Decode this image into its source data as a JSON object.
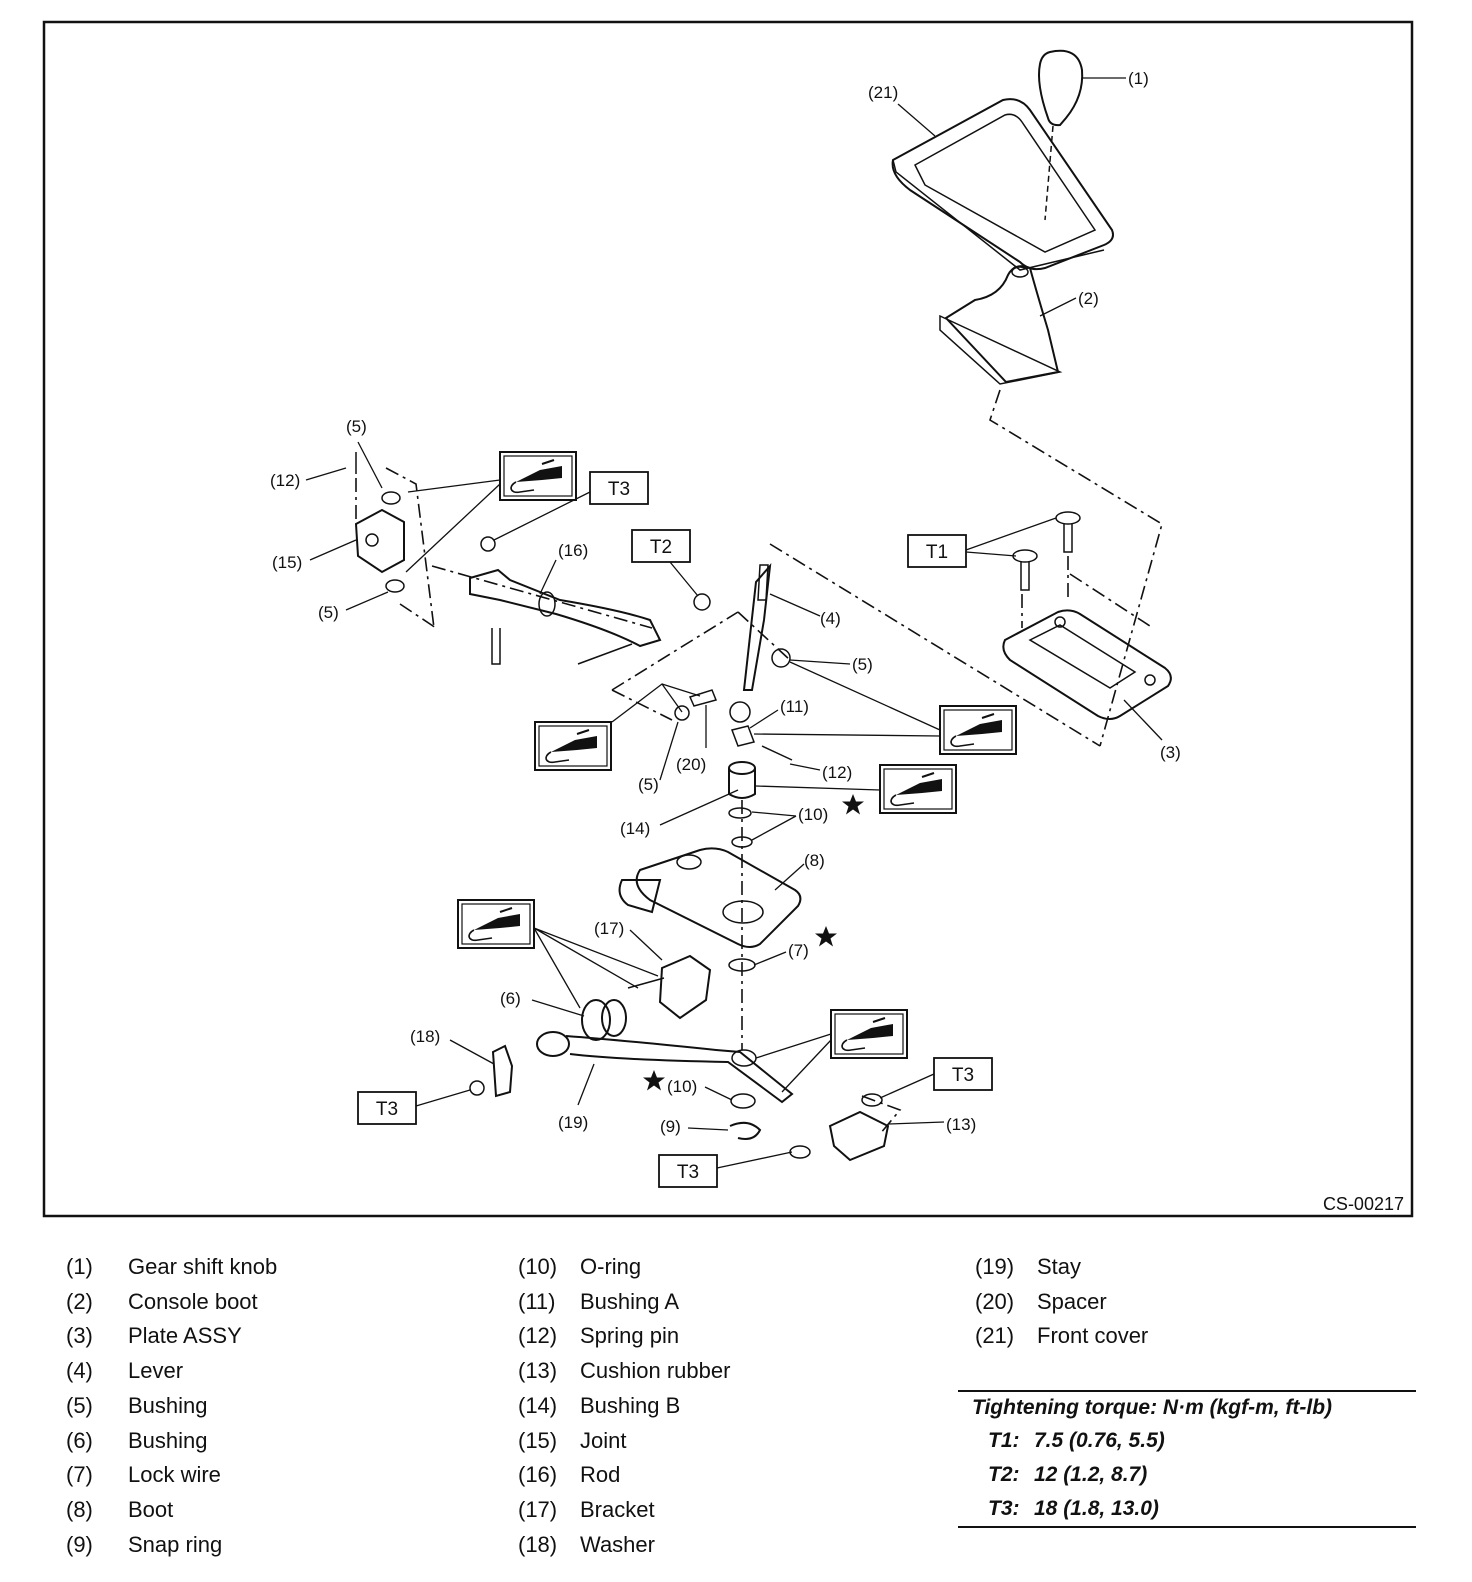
{
  "diagram": {
    "code": "CS-00217",
    "callouts": {
      "c1": "(1)",
      "c2": "(2)",
      "c3": "(3)",
      "c4": "(4)",
      "c5a": "(5)",
      "c5b": "(5)",
      "c5c": "(5)",
      "c5d": "(5)",
      "c6": "(6)",
      "c7": "(7)",
      "c8": "(8)",
      "c9": "(9)",
      "c10a": "(10)",
      "c10b": "(10)",
      "c11": "(11)",
      "c12a": "(12)",
      "c12b": "(12)",
      "c13": "(13)",
      "c14": "(14)",
      "c15": "(15)",
      "c16": "(16)",
      "c17": "(17)",
      "c18": "(18)",
      "c19": "(19)",
      "c20": "(20)",
      "c21": "(21)"
    },
    "torque_boxes": {
      "b1": "T1",
      "b2": "T2",
      "b3a": "T3",
      "b3b": "T3",
      "b3c": "T3",
      "b3d": "T3"
    }
  },
  "legend": {
    "col1": [
      {
        "num": "(1)",
        "name": "Gear shift knob"
      },
      {
        "num": "(2)",
        "name": "Console boot"
      },
      {
        "num": "(3)",
        "name": "Plate ASSY"
      },
      {
        "num": "(4)",
        "name": "Lever"
      },
      {
        "num": "(5)",
        "name": "Bushing"
      },
      {
        "num": "(6)",
        "name": "Bushing"
      },
      {
        "num": "(7)",
        "name": "Lock wire"
      },
      {
        "num": "(8)",
        "name": "Boot"
      },
      {
        "num": "(9)",
        "name": "Snap ring"
      }
    ],
    "col2": [
      {
        "num": "(10)",
        "name": "O-ring"
      },
      {
        "num": "(11)",
        "name": "Bushing A"
      },
      {
        "num": "(12)",
        "name": "Spring pin"
      },
      {
        "num": "(13)",
        "name": "Cushion rubber"
      },
      {
        "num": "(14)",
        "name": "Bushing B"
      },
      {
        "num": "(15)",
        "name": "Joint"
      },
      {
        "num": "(16)",
        "name": "Rod"
      },
      {
        "num": "(17)",
        "name": "Bracket"
      },
      {
        "num": "(18)",
        "name": "Washer"
      }
    ],
    "col3": [
      {
        "num": "(19)",
        "name": "Stay"
      },
      {
        "num": "(20)",
        "name": "Spacer"
      },
      {
        "num": "(21)",
        "name": "Front cover"
      }
    ]
  },
  "torque": {
    "title": "Tightening torque: N·m (kgf-m, ft-lb)",
    "rows": [
      {
        "key": "T1:",
        "value": "7.5 (0.76, 5.5)"
      },
      {
        "key": "T2:",
        "value": "12 (1.2, 8.7)"
      },
      {
        "key": "T3:",
        "value": "18 (1.8, 13.0)"
      }
    ]
  }
}
